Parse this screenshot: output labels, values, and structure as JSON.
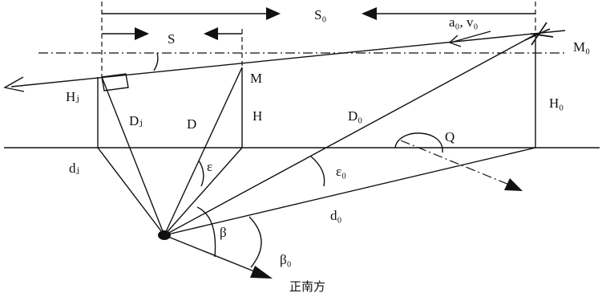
{
  "labels": {
    "S0": "S₀",
    "a0v0": "a₀, v₀",
    "M0": "M₀",
    "S": "S",
    "M": "M",
    "Hj": "Hⱼ",
    "Dj": "Dⱼ",
    "D": "D",
    "H": "H",
    "D0": "D₀",
    "H0": "H₀",
    "Q": "Q",
    "dj": "dⱼ",
    "epsilon": "ε",
    "epsilon0": "ε₀",
    "d0": "d₀",
    "beta": "β",
    "beta0": "β₀",
    "south": "正南方"
  }
}
